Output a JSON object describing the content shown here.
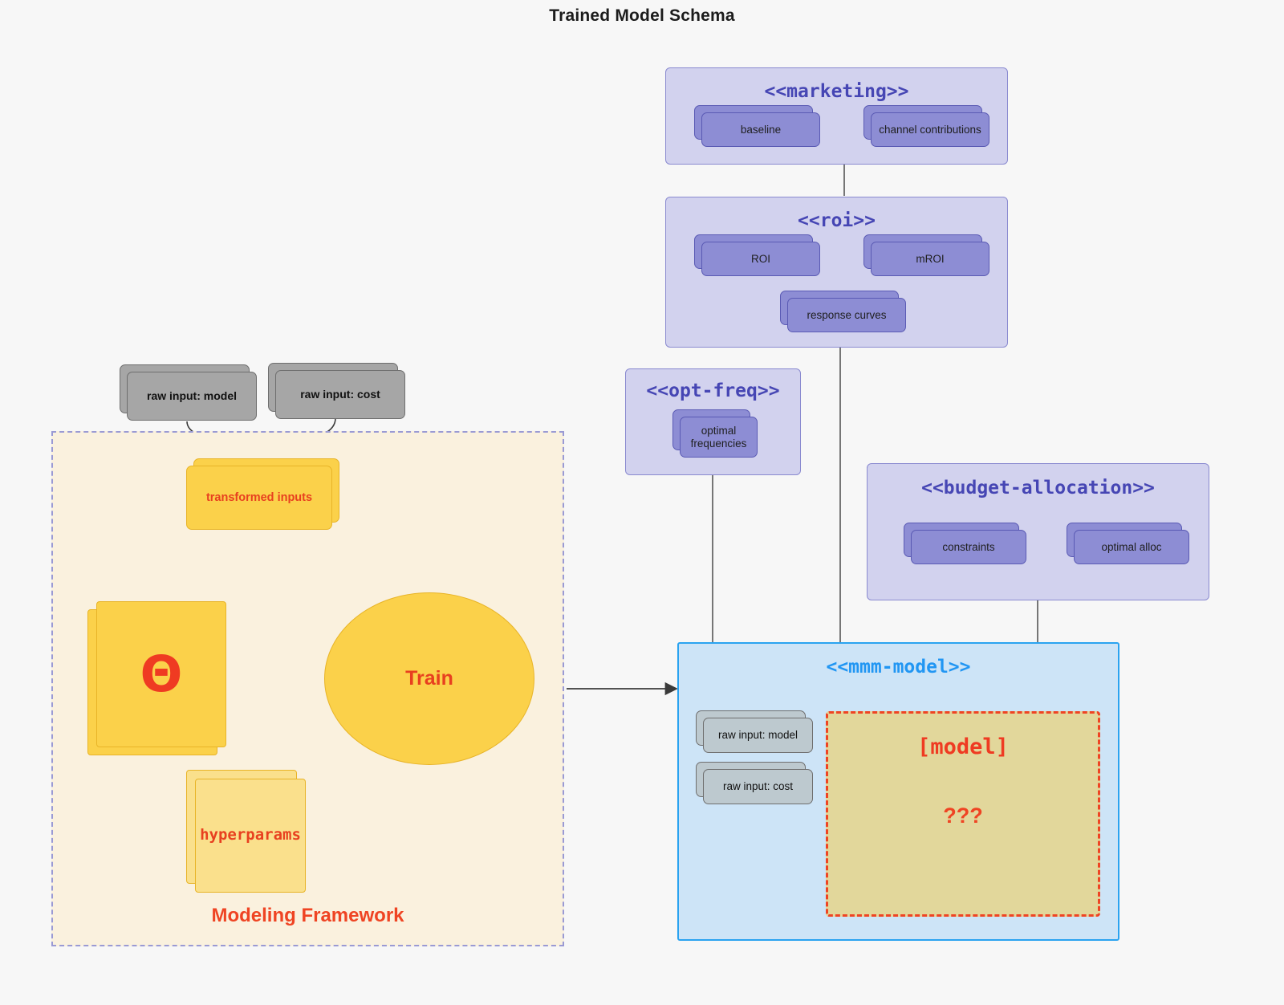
{
  "title": "Trained Model Schema",
  "colors": {
    "background": "#f7f7f7",
    "package_fill": "#d2d2ee",
    "package_border": "#8a8ad0",
    "package_title": "#4646b4",
    "node_purple": "#8d8dd4",
    "node_gray": "#a6a6a6",
    "node_gray_light": "#bdc9cf",
    "node_yellow": "#fbd14a",
    "node_yellow_pale": "#fae08c",
    "accent_red": "#ef4423",
    "mmm_fill": "#cde4f7",
    "mmm_border": "#2aa3f0",
    "mmm_title": "#2196f3",
    "framework_fill": "#faf1de",
    "framework_border": "#9a9ad4",
    "model_fill": "#e2d79b",
    "edge_gray": "#555555"
  },
  "packages": {
    "marketing": {
      "title": "<<marketing>>",
      "nodes": [
        {
          "label": "baseline"
        },
        {
          "label": "channel contributions"
        }
      ]
    },
    "roi": {
      "title": "<<roi>>",
      "nodes": [
        {
          "label": "ROI"
        },
        {
          "label": "mROI"
        },
        {
          "label": "response curves"
        }
      ]
    },
    "opt_freq": {
      "title": "<<opt-freq>>",
      "nodes": [
        {
          "label": "optimal frequencies"
        }
      ]
    },
    "budget_allocation": {
      "title": "<<budget-allocation>>",
      "nodes": [
        {
          "label": "constraints"
        },
        {
          "label": "optimal alloc"
        }
      ]
    },
    "mmm_model": {
      "title": "<<mmm-model>>",
      "nodes": [
        {
          "label": "raw input: model"
        },
        {
          "label": "raw input: cost"
        }
      ],
      "model_placeholder": {
        "name": "[model]",
        "unknown": "???"
      }
    }
  },
  "framework": {
    "label": "Modeling Framework",
    "inputs": [
      {
        "label": "raw input: model"
      },
      {
        "label": "raw input: cost"
      }
    ],
    "transformed": {
      "label": "transformed inputs"
    },
    "theta": {
      "label": "Θ"
    },
    "hyperparams": {
      "label": "hyperparams"
    },
    "train": {
      "label": "Train"
    }
  }
}
